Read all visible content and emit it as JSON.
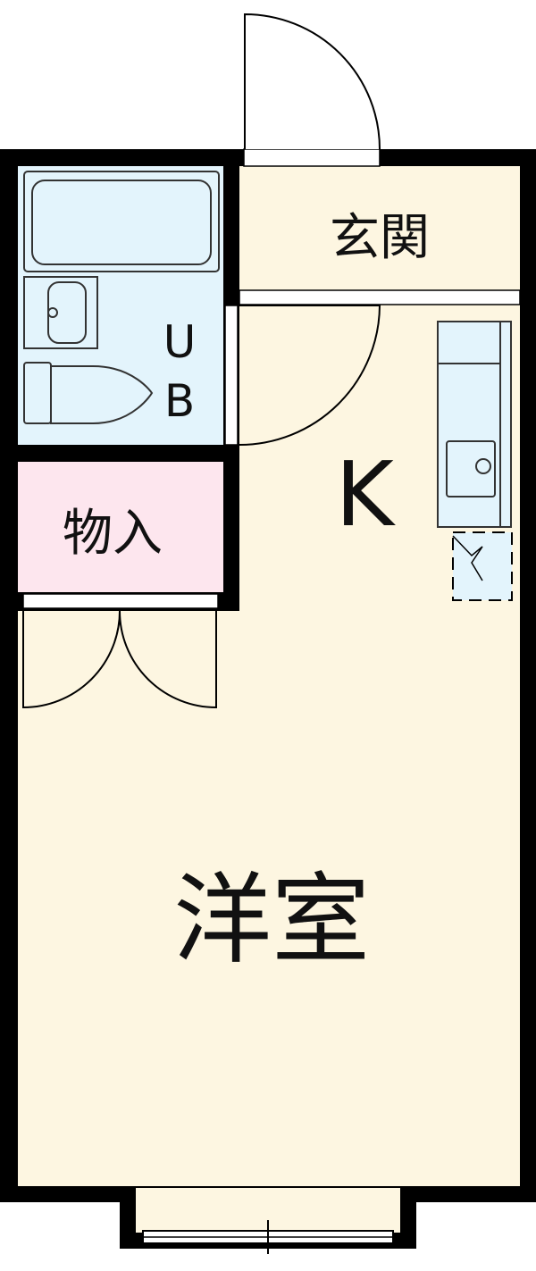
{
  "rooms": {
    "genkan": "玄関",
    "bath_u": "U",
    "bath_b": "B",
    "storage": "物入",
    "kitchen": "K",
    "western": "洋室"
  },
  "colors": {
    "wall": "#000000",
    "floor": "#fdf6e1",
    "bath": "#e3f4fc",
    "storage": "#fde6ee",
    "fixture_line": "#333333"
  },
  "icons": {
    "bathtub": "bathtub-icon",
    "sink": "washbasin-icon",
    "toilet": "toilet-icon",
    "kitchen_sink": "kitchen-sink-icon",
    "washer": "washing-machine-space-icon"
  }
}
